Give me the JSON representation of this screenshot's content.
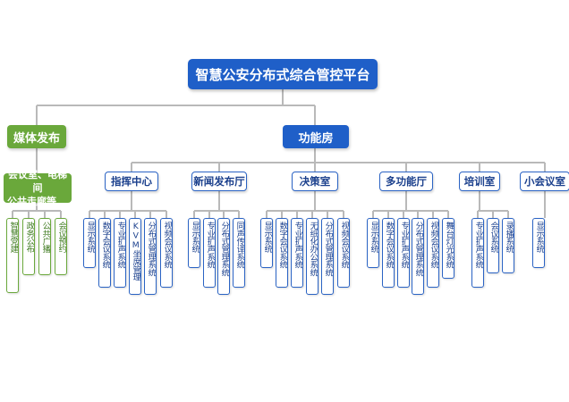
{
  "title": "智慧公安分布式综合管控平台",
  "media": {
    "label": "媒体发布",
    "sub_lines": [
      "会议室、电梯间",
      "公共走廊等"
    ],
    "leaves": [
      "智慧党建",
      "政务公布",
      "公共广播",
      "会议预约"
    ]
  },
  "function": {
    "label": "功能房",
    "rooms": [
      {
        "name": "指挥中心",
        "leaves": [
          "显示系统",
          "数字会议系统",
          "专业扩声系统",
          "KVM坐席管理",
          "分布式管理系统",
          "视频会议系统"
        ]
      },
      {
        "name": "新闻发布厅",
        "leaves": [
          "显示系统",
          "专业扩声系统",
          "分布式管理系统",
          "同声传译系统"
        ]
      },
      {
        "name": "决策室",
        "leaves": [
          "显示系统",
          "数字会议系统",
          "专业扩声系统",
          "无纸化办公系统",
          "分布式管理系统",
          "视频会议系统"
        ]
      },
      {
        "name": "多功能厅",
        "leaves": [
          "显示系统",
          "数字会议系统",
          "专业扩声系统",
          "分布式管理系统",
          "视频会议系统",
          "舞台灯光系统"
        ]
      },
      {
        "name": "培训室",
        "leaves": [
          "专业扩声系统",
          "会议系统",
          "录播系统"
        ]
      },
      {
        "name": "小会议室",
        "leaves": [
          "显示系统"
        ]
      }
    ]
  },
  "colors": {
    "blue": "#1f5fc8",
    "green": "#6aa83b",
    "line": "#b9b9b9"
  }
}
